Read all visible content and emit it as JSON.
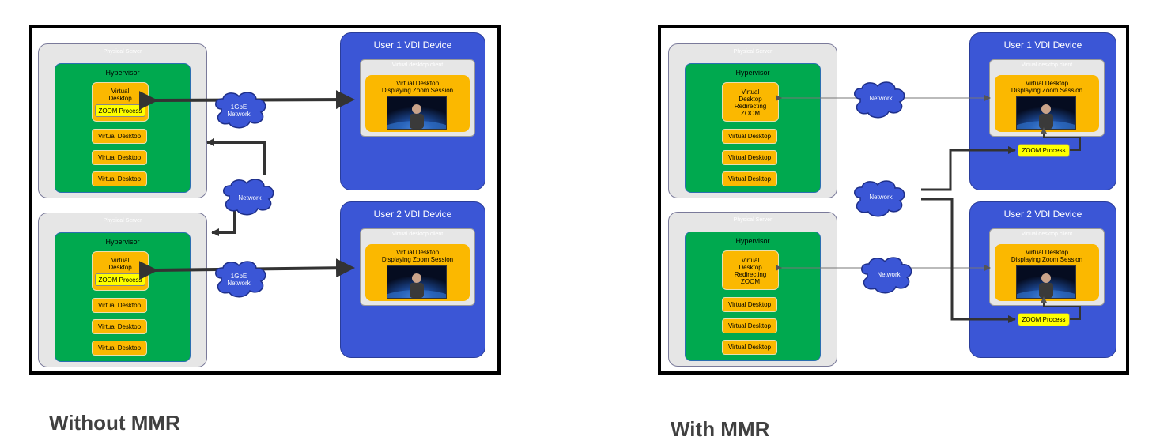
{
  "labels": {
    "physical_server": "Physical Server",
    "hypervisor": "Hypervisor",
    "virtual_desktop": "Virtual Desktop",
    "virtual_desktop_two_line_1": "Virtual",
    "virtual_desktop_two_line_2": "Desktop",
    "zoom_process": "ZOOM Process",
    "redirect_1": "Virtual",
    "redirect_2": "Desktop",
    "redirect_3": "Redirecting",
    "redirect_4": "ZOOM",
    "user1_device": "User 1 VDI Device",
    "user2_device": "User 2 VDI Device",
    "client": "Virtual desktop client",
    "vdd_line1": "Virtual Desktop",
    "vdd_line2": "Displaying Zoom Session",
    "network": "Network",
    "gbe_line1": "1GbE",
    "gbe_line2": "Network"
  },
  "captions": {
    "left": "Without MMR",
    "right": "With MMR"
  },
  "colors": {
    "server_bg": "#e6e6e6",
    "hypervisor": "#00a94f",
    "virtual_desktop": "#fbb800",
    "zoom_process": "#ffff00",
    "device": "#3b56d6",
    "cloud": "#3b56d6"
  }
}
